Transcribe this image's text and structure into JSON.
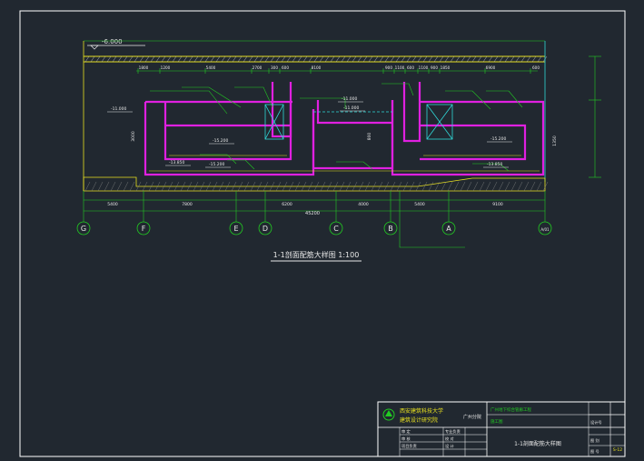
{
  "drawing": {
    "title": "1-1剖面配筋大样图 1:100",
    "top_elevation": "-6.000",
    "top_dims": [
      "1800",
      "1200",
      "5400",
      "2700",
      "300",
      "600",
      "8100",
      "900",
      "1100",
      "600",
      "1100",
      "900",
      "1850",
      "6900",
      "600"
    ],
    "bottom_dims": [
      "5400",
      "7800",
      "6200",
      "4000",
      "5400",
      "9100"
    ],
    "bottom_total": "45200",
    "grid_axes": [
      "G",
      "F",
      "E",
      "D",
      "C",
      "B",
      "A",
      "A/01"
    ],
    "elevations": [
      "-11.000",
      "-11.000",
      "-11.000",
      "-13.850",
      "-15.200",
      "-15.200",
      "-13.850",
      "-15.200"
    ],
    "side_dims": [
      "3000",
      "800",
      "1350"
    ]
  },
  "title_block": {
    "institute_name": "西安建筑科技大学",
    "institute_sub": "建筑设计研究院",
    "branch": "广州分院",
    "project": "广州地下综合管廊工程",
    "drawing_name": "1-1剖面配筋大样图",
    "design_stage": "施工图",
    "sheet_no": "S-12",
    "row_labels": [
      "审 定",
      "审 核",
      "项目负责",
      "专业负责",
      "校 对",
      "设 计"
    ],
    "right_labels": [
      "设计号",
      "图 别",
      "图 号"
    ]
  },
  "colors": {
    "background": "#212830",
    "frame": "#ffffff",
    "green": "#22cc22",
    "magenta": "#e020e0",
    "yellow": "#e8e020",
    "cyan": "#30d8d8",
    "text": "#e8e8e8"
  }
}
